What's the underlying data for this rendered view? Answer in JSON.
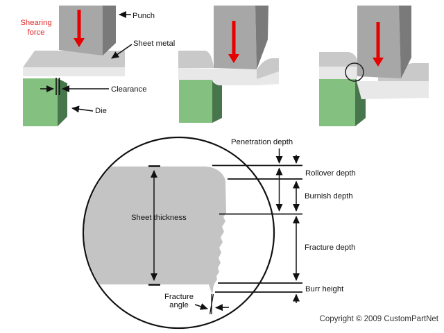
{
  "colors": {
    "red_arrow": "#e60000",
    "red_text": "#e02424",
    "punch_front": "#a7a7a7",
    "punch_side": "#7a7a7a",
    "sheet_top": "#c9c9c9",
    "sheet_front": "#e8e8e8",
    "die_front": "#84c07f",
    "die_side": "#47764c",
    "section_gray": "#c4c4c4",
    "ink": "#111111"
  },
  "stage1": {
    "shearing_force_line1": "Shearing",
    "shearing_force_line2": "force",
    "punch_label": "Punch",
    "sheet_metal_label": "Sheet metal",
    "clearance_label": "Clearance",
    "die_label": "Die"
  },
  "detail": {
    "penetration_depth_label": "Penetration depth",
    "rollover_depth_label": "Rollover depth",
    "burnish_depth_label": "Burnish depth",
    "fracture_depth_label": "Fracture depth",
    "burr_height_label": "Burr height",
    "sheet_thickness_label": "Sheet thickness",
    "fracture_angle_line1": "Fracture",
    "fracture_angle_line2": "angle"
  },
  "footer": {
    "copyright": "Copyright © 2009 CustomPartNet"
  }
}
